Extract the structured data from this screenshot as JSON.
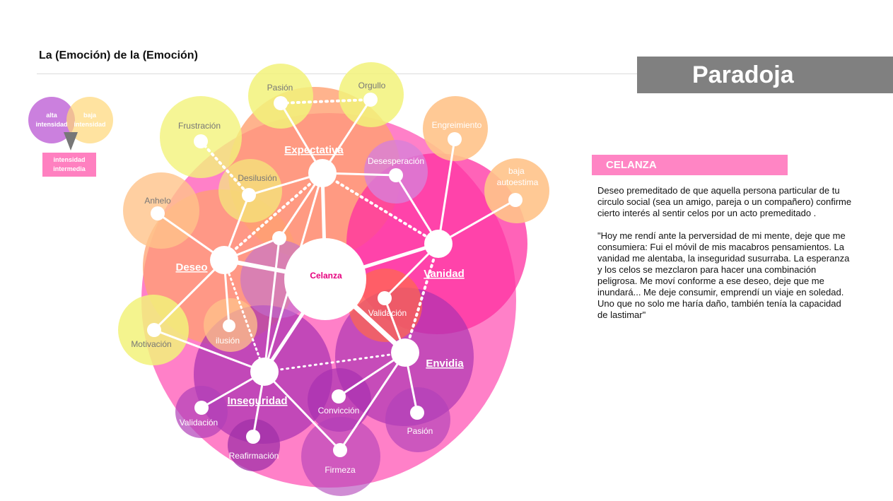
{
  "page_title": "La (Emoción) de la (Emoción)",
  "section_title": "Paradoja",
  "legend": {
    "high": "alta intensidad",
    "low": "baja intensidad",
    "mid": "intensidad intermedia"
  },
  "term": {
    "heading": "CELANZA",
    "definition": "Deseo premeditado de que aquella persona particular de tu circulo social (sea un amigo, pareja o un compañero) confirme cierto interés al sentir celos por un acto premeditado .",
    "quote": "\"Hoy me rendí ante la perversidad de mi mente, deje que me consumiera: Fui el móvil de mis macabros pensamientos. La vanidad me alentaba, la inseguridad susurraba. La esperanza y los celos se mezclaron para hacer una combinación peligrosa. Me moví conforme a ese deseo, deje que me inundará... Me deje consumir, emprendí un viaje en soledad. Uno que no solo me haría daño, también tenía la capacidad de lastimar\""
  },
  "diagram": {
    "center": "Celanza",
    "hubs": {
      "expectativa": "Expectativa",
      "deseo": "Deseo",
      "vanidad": "Vanidad",
      "envidia": "Envidia",
      "inseguridad": "Inseguridad"
    },
    "nodes": {
      "pasion_top": "Pasión",
      "orgullo": "Orgullo",
      "frustracion": "Frustración",
      "desilusion": "Desilusión",
      "desesperacion": "Desesperación",
      "engreimiento": "Engreimiento",
      "baja_autoestima": "baja autoestima",
      "anhelo": "Anhelo",
      "validacion_center": "Validación",
      "motivacion": "Motivación",
      "ilusion": "ilusión",
      "conviccion": "Convicción",
      "pasion_bottom": "Pasión",
      "validacion_left": "Validación",
      "reafirmacion": "Reafirmación",
      "firmeza": "Firmeza"
    },
    "colors": {
      "pink": "#ff5cb8",
      "magenta": "#ff2fa0",
      "purple": "#b43cb8",
      "orange": "#ffa070",
      "yellow": "#f2f27a",
      "peach": "#ffc38a",
      "center_text": "#e6007e"
    }
  }
}
